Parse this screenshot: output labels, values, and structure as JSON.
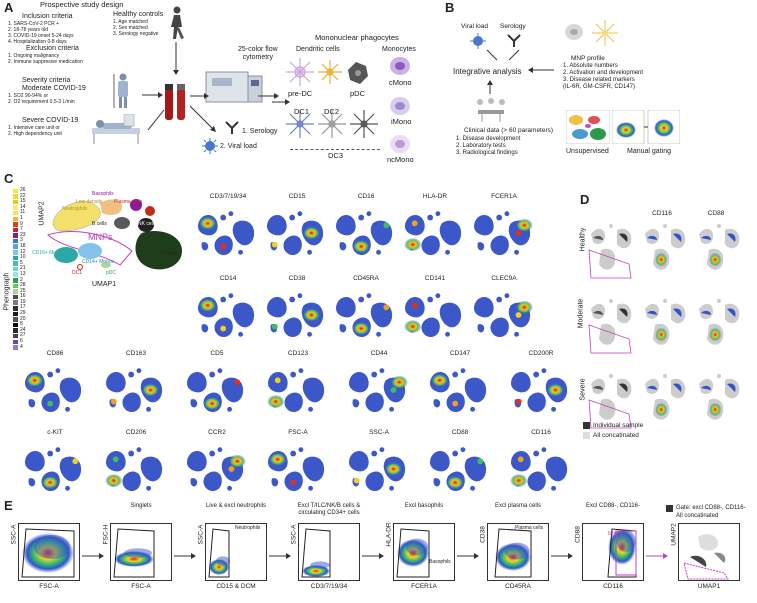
{
  "panels": {
    "A": "A",
    "B": "B",
    "C": "C",
    "D": "D",
    "E": "E"
  },
  "A": {
    "title": "Prospective study design",
    "inclusion": {
      "title": "Inclusion criteria",
      "items": [
        "1. SARS-CoV-2 PCR +",
        "2. 18-78 years old",
        "3. COVID-19 onset 5-24 days",
        "4. Hospitalization 0-8 days"
      ]
    },
    "healthy": {
      "title": "Healthy controls",
      "items": [
        "1. Age matched",
        "2. Sex matched",
        "3. Serology negative"
      ]
    },
    "exclusion": {
      "title": "Exclusion criteria",
      "items": [
        "1. Ongoing malignancy",
        "2. Immune suppresive medication"
      ]
    },
    "severity": {
      "title": "Severity criteria",
      "subtitle": "Moderate COVID-19",
      "items": [
        "1. SO2 90-94% or",
        "2. O2 requirement 0.5-3 L/min"
      ]
    },
    "severe": {
      "title": "Severe COVID-19",
      "items": [
        "1. Intensive care unit or",
        "2. High dependency unit"
      ]
    },
    "flow": "25-color flow\ncytometry",
    "serology": "1. Serology",
    "viral": "2. Viral load",
    "mnp_title": "Mononuclear phagocytes",
    "dc_title": "Dendritic cells",
    "mono_title": "Monocytes",
    "cells": [
      "pre-DC",
      "pDC",
      "cMono",
      "DC1",
      "DC2",
      "iMono",
      "ncMono",
      "DC3"
    ]
  },
  "B": {
    "viral": "Viral load",
    "serology": "Serology",
    "integrative": "Integrative analysis",
    "mnp_profile": "MNP profile",
    "mnp_items": [
      "1. Absolute numbers",
      "2. Activation and development",
      "3. Disease related markers",
      "(IL-6R, GM-CSFR, CD147)"
    ],
    "clinical": "Clinical data (> 60 parameters)",
    "clinical_items": [
      "1. Disease development",
      "2. Laboratory tests",
      "3. Radiological findings"
    ],
    "unsupervised": "Unsupervised",
    "manual": "Manual gating"
  },
  "C": {
    "phenograph_label": "Phenograph",
    "legend_numbers": [
      "26",
      "22",
      "15",
      "14",
      "11",
      "1",
      "9",
      "7",
      "23",
      "3",
      "18",
      "12",
      "10",
      "5",
      "21",
      "13",
      "2",
      "28",
      "25",
      "16",
      "19",
      "17",
      "29",
      "20",
      "8",
      "24",
      "27",
      "6",
      "4"
    ],
    "legend_colors": [
      "#f5e83a",
      "#f2d92f",
      "#e8c824",
      "#ffea70",
      "#f0e060",
      "#f9b233",
      "#e63a1e",
      "#c42a1a",
      "#8a1a9a",
      "#2f7fc0",
      "#5aa6d8",
      "#83c2ea",
      "#2da8a8",
      "#3fbfb0",
      "#6ed3c7",
      "#a3e2da",
      "#2fa04a",
      "#6cc06a",
      "#a8d890",
      "#4a4a4a",
      "#7a7a7a",
      "#303030",
      "#1a1a1a",
      "#555555",
      "#000000",
      "#2a2a2a",
      "#444444",
      "#6a4aa0",
      "#9a7ad0"
    ],
    "umap_labels": {
      "x": "UMAP1",
      "y": "UMAP2"
    },
    "clusters": [
      "Basophils",
      "Low density",
      "Neutrophils",
      "Plasma cells",
      "B cells",
      "NK cells",
      "T cells",
      "MNPs",
      "CD16+ Monos",
      "CD14+ Monos",
      "DC1",
      "pDC"
    ],
    "markers": [
      "CD3/7/19/34",
      "CD15",
      "CD16",
      "HLA-DR",
      "FCER1A",
      "CD14",
      "CD38",
      "CD45RA",
      "CD141",
      "CLEC9A",
      "CD86",
      "CD163",
      "CD5",
      "CD123",
      "CD44",
      "CD147",
      "CD200R",
      "c-KIT",
      "CD206",
      "CCR2",
      "FSC-A",
      "SSC-A",
      "CD88",
      "CD116"
    ]
  },
  "D": {
    "markers": [
      "CD116",
      "CD88"
    ],
    "rows": [
      "Healthy",
      "Moderate",
      "Severe"
    ],
    "legend": [
      "Individual sample",
      "All concatinated"
    ]
  },
  "E": {
    "gates": [
      {
        "title": "",
        "x": "FSC-A",
        "y": "SSC-A"
      },
      {
        "title": "Singlets",
        "x": "FSC-A",
        "y": "FSC-H"
      },
      {
        "title": "Live & excl neutrophils",
        "x": "CD15 & DCM",
        "y": "SSC-A",
        "inner": "Neutrophils"
      },
      {
        "title": "Excl T/ILC/NK/B cells &\ncirculating CD34+ cells",
        "x": "CD3/7/19/34",
        "y": "SSC-A"
      },
      {
        "title": "Excl basophils",
        "x": "FCER1A",
        "y": "HLA-DR",
        "inner": "Basophils"
      },
      {
        "title": "Excl plasma cells",
        "x": "CD45RA",
        "y": "CD38",
        "inner": "Plasma cells"
      },
      {
        "title": "Excl CD88-, CD116-",
        "x": "CD116",
        "y": "CD88",
        "inner": "MNPs"
      },
      {
        "title": "",
        "x": "UMAP1",
        "y": "UMAP2"
      }
    ],
    "gate_legend": "Gate: excl CD88-, CD116-",
    "gate_legend2": "All concatinated"
  }
}
